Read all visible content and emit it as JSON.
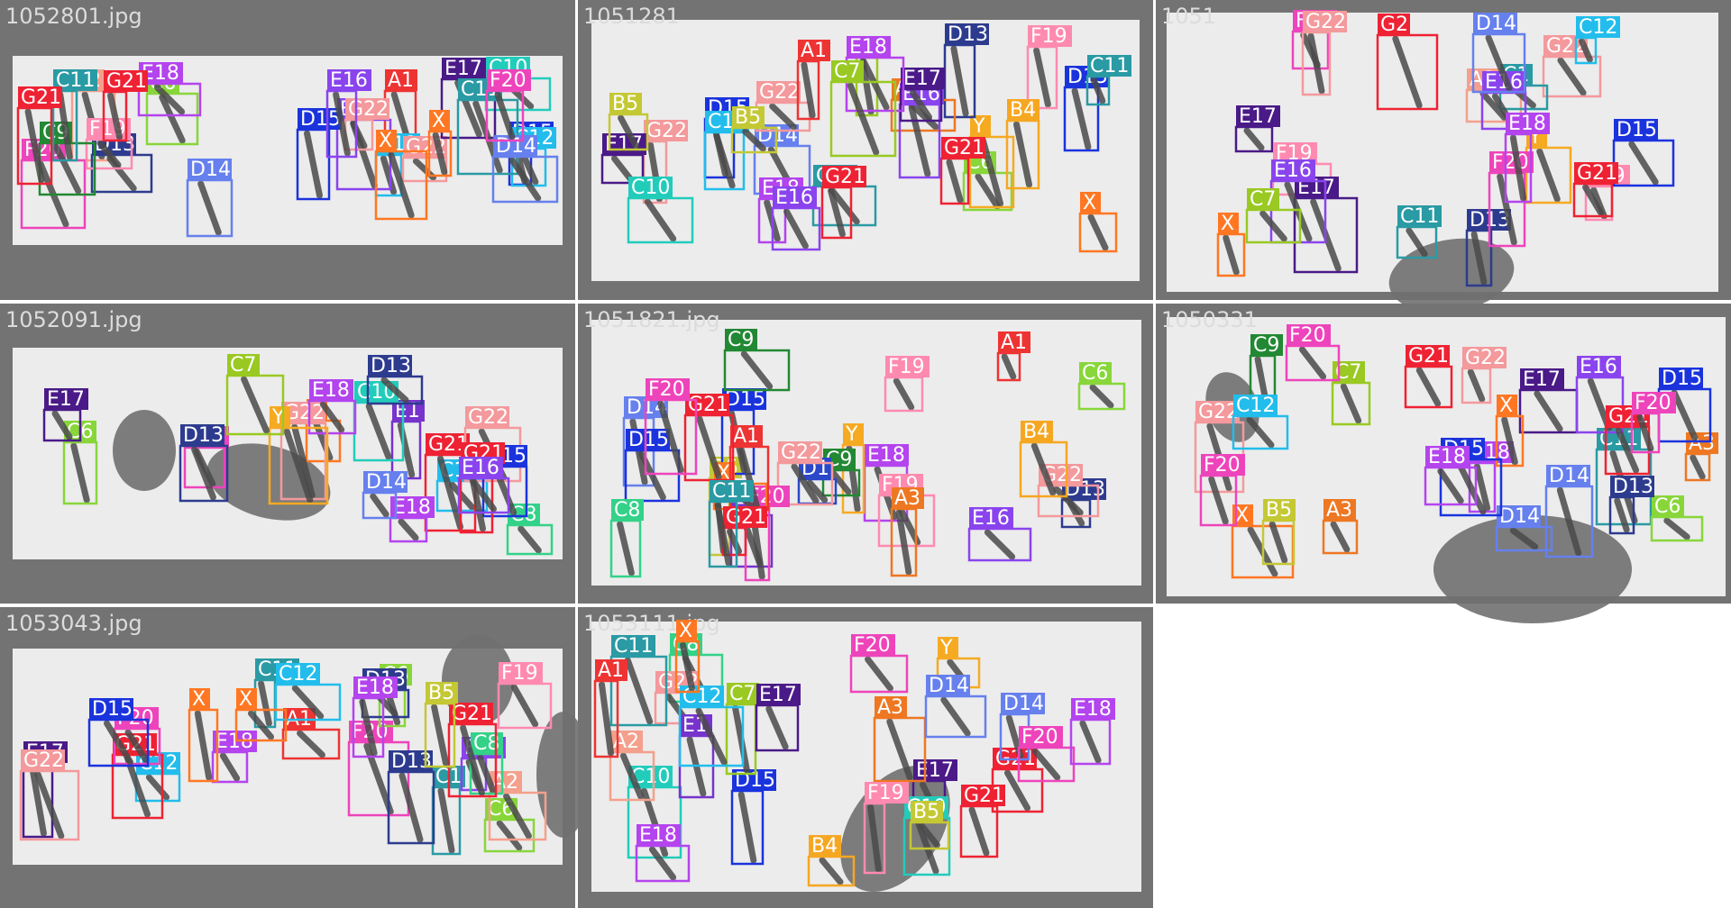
{
  "tiles": [
    {
      "file": "1052801.jpg",
      "labels": [
        "A1",
        "D15",
        "C12",
        "C12",
        "C6",
        "A2",
        "G22",
        "C10",
        "D13",
        "E16",
        "E17",
        "E18",
        "G22",
        "D14",
        "F20",
        "F19",
        "X",
        "D15",
        "C11",
        "D14",
        "C9",
        "C11",
        "X",
        "G21",
        "E16",
        "F20",
        "G21"
      ]
    },
    {
      "file": "1051281",
      "labels": [
        "D15",
        "D14",
        "C6",
        "G22",
        "Y",
        "D13",
        "F19",
        "D15",
        "X",
        "C11",
        "C12",
        "E17",
        "A3",
        "C10",
        "E18",
        "G21",
        "G21",
        "E16",
        "C7",
        "B4",
        "G22",
        "E16",
        "E17",
        "B5",
        "C11",
        "A1",
        "E18",
        "C7",
        "B5"
      ]
    },
    {
      "file": "1051",
      "labels": [
        "E17",
        "Y",
        "F19",
        "F19",
        "F20",
        "E17",
        "D15",
        "C11",
        "G22",
        "G22",
        "D13",
        "C12",
        "A2",
        "G21",
        "F20",
        "E16",
        "C7",
        "C1",
        "X",
        "E16",
        "D14",
        "E18",
        "G2"
      ]
    },
    {
      "file": "1052091.jpg",
      "labels": [
        "F20",
        "C6",
        "C12",
        "D13",
        "E1",
        "G21",
        "C8",
        "C10",
        "X",
        "E17",
        "G22",
        "G22",
        "E18",
        "Y",
        "D15",
        "E18",
        "G21",
        "D13",
        "D14",
        "C7",
        "E16"
      ]
    },
    {
      "file": "1051821.jpg",
      "labels": [
        "E18",
        "Y",
        "D13",
        "C9",
        "B5",
        "D1",
        "D14",
        "G22",
        "G22",
        "B4",
        "E1",
        "F20",
        "F19",
        "D15",
        "X",
        "C9",
        "F19",
        "E16",
        "A1",
        "G21",
        "G21",
        "C11",
        "D15",
        "F20",
        "C6",
        "A1",
        "A3",
        "C8"
      ]
    },
    {
      "file": "1050331",
      "labels": [
        "D14",
        "C11",
        "C6",
        "E18",
        "E17",
        "A3",
        "X",
        "C9",
        "B5",
        "D14",
        "X",
        "G22",
        "G22",
        "D15",
        "D15",
        "E16",
        "A3",
        "D13",
        "G21",
        "F20",
        "G21",
        "E18",
        "F20",
        "C12",
        "C7",
        "F20"
      ]
    },
    {
      "file": "1053043.jpg",
      "labels": [
        "C6",
        "C12",
        "E17",
        "F20",
        "G21",
        "A1",
        "F20",
        "E18",
        "F19",
        "C11",
        "A2",
        "C1",
        "C12",
        "C6",
        "E16",
        "X",
        "G22",
        "C8",
        "X",
        "G21",
        "D13",
        "B5",
        "D13",
        "D15",
        "E18"
      ]
    },
    {
      "file": "1053111.jpg",
      "labels": [
        "C8",
        "E17",
        "C10",
        "G21",
        "Y",
        "G22",
        "D15",
        "C10",
        "D14",
        "C7",
        "E17",
        "A3",
        "F20",
        "B4",
        "E1",
        "F20",
        "G21",
        "E18",
        "C11",
        "D14",
        "A2",
        "E18",
        "F19",
        "C12",
        "A1",
        "X",
        "B5"
      ]
    }
  ],
  "colors": {
    "A1": "#ee3333",
    "A2": "#f4a08c",
    "A3": "#ee7722",
    "B4": "#f6a722",
    "B5": "#c4c834",
    "C6": "#88d63a",
    "C7": "#99c922",
    "C8": "#33d288",
    "C9": "#228833",
    "C10": "#22ccbb",
    "C11": "#2a9aa4",
    "C12": "#22bdec",
    "C1": "#2a9aa4",
    "D1": "#2a48c8",
    "D13": "#2d3b8f",
    "D14": "#6680ee",
    "D15": "#1a33dd",
    "E1": "#7733cc",
    "E16": "#8a44ee",
    "E17": "#4a1a88",
    "E18": "#b444ee",
    "F19": "#ff8ab0",
    "F20": "#ee44bb",
    "G2": "#ee2233",
    "G21": "#ee2233",
    "G22": "#f4999c",
    "X": "#ff7722",
    "Y": "#f6aa22"
  }
}
